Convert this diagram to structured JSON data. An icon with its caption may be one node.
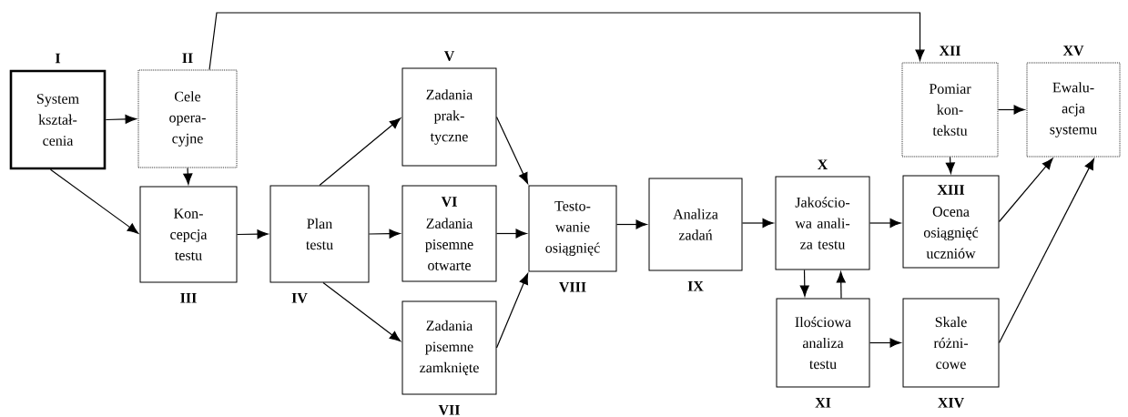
{
  "diagram": {
    "nodes": [
      {
        "text": [
          "System kształ- cenia"
        ],
        "beside": [
          "I"
        ]
      },
      {
        "text": [
          "Cele opera- cyjne"
        ],
        "beside": [
          "II"
        ]
      },
      {
        "text": [
          "Kon- cepcja testu"
        ],
        "beside": [
          "III"
        ]
      },
      {
        "text": [
          "Plan testu"
        ],
        "beside": [
          "IV"
        ]
      },
      {
        "text": [
          "Zadania prak- tyczne"
        ],
        "beside": [
          "V"
        ]
      },
      {
        "text": [
          "VI",
          "Zadania pisemne otwarte"
        ]
      },
      {
        "text": [
          "Zadania pisemne zamknięte"
        ],
        "beside": [
          "VII"
        ]
      },
      {
        "text": [
          "Testo- wanie osiągnięć"
        ],
        "beside": [
          "VIII"
        ]
      },
      {
        "text": [
          "Analiza zadań"
        ],
        "beside": [
          "IX"
        ]
      },
      {
        "text": [
          "Jakościo- wa anali- za testu"
        ],
        "beside": [
          "X"
        ]
      },
      {
        "text": [
          "Ilościowa analiza testu"
        ],
        "beside": [
          "XI"
        ]
      },
      {
        "text": [
          "Pomiar kon- tekstu"
        ],
        "beside": [
          "XII"
        ]
      },
      {
        "text": [
          "XIII",
          "Ocena osiągnięć uczniów"
        ]
      },
      {
        "text": [
          "Skale różni- cowe"
        ],
        "beside": [
          "XIV"
        ]
      },
      {
        "text": [
          "Ewalu- acja systemu"
        ],
        "beside": [
          "XV"
        ]
      }
    ],
    "edges": [
      {
        "from": 0,
        "to": 1,
        "arrow": "to"
      },
      {
        "from": 0,
        "to": 2,
        "arrow": "to"
      },
      {
        "from": 1,
        "to": 2,
        "arrow": "to"
      },
      {
        "from": 1,
        "to": 11,
        "arrow": "to"
      },
      {
        "from": 2,
        "to": 3,
        "arrow": "to"
      },
      {
        "from": 3,
        "to": 4,
        "arrow": "to"
      },
      {
        "from": 3,
        "to": 5,
        "arrow": "to"
      },
      {
        "from": 3,
        "to": 6,
        "arrow": "to"
      },
      {
        "from": 4,
        "to": 7,
        "arrow": "to"
      },
      {
        "from": 5,
        "to": 7,
        "arrow": "to"
      },
      {
        "from": 6,
        "to": 7,
        "arrow": "to"
      },
      {
        "from": 7,
        "to": 8,
        "arrow": "to"
      },
      {
        "from": 8,
        "to": 9,
        "arrow": "to"
      },
      {
        "from": 9,
        "to": 12,
        "arrow": "to"
      },
      {
        "from": 9,
        "to": 10,
        "arrow": "to"
      },
      {
        "from": 10,
        "to": 9,
        "arrow": "to"
      },
      {
        "from": 10,
        "to": 13,
        "arrow": "to"
      },
      {
        "from": 11,
        "to": 14,
        "arrow": "to"
      },
      {
        "from": 11,
        "to": 12,
        "arrow": "to"
      },
      {
        "from": 12,
        "to": 14,
        "arrow": "to"
      },
      {
        "from": 13,
        "to": 14,
        "arrow": "to"
      }
    ]
  }
}
